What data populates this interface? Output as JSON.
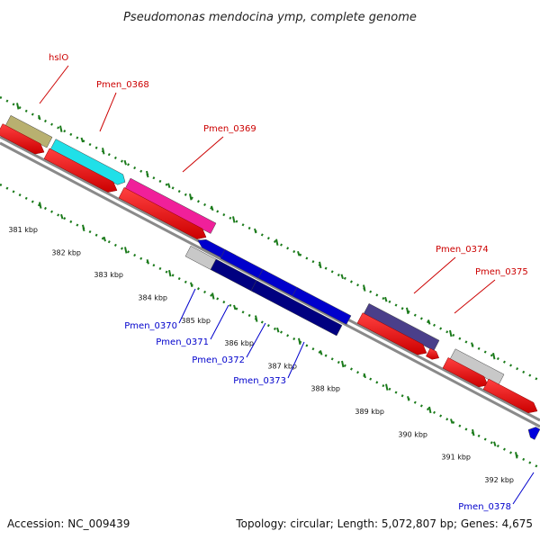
{
  "title": "Pseudomonas mendocina ymp, complete genome",
  "footer": {
    "accession": "Accession: NC_009439",
    "topology": "Topology: circular; Length: 5,072,807 bp; Genes: 4,675"
  },
  "colors": {
    "forward_label": "#cc0000",
    "reverse_label": "#0000cc",
    "backbone": "#8a8a8a",
    "tick": "#1a7a1a"
  },
  "ticks": [
    "381 kbp",
    "382 kbp",
    "383 kbp",
    "384 kbp",
    "385 kbp",
    "386 kbp",
    "387 kbp",
    "388 kbp",
    "389 kbp",
    "390 kbp",
    "391 kbp",
    "392 kbp"
  ],
  "genes": [
    {
      "label": "hslO",
      "strand": "forward",
      "color": "#b8b070"
    },
    {
      "label": "Pmen_0368",
      "strand": "forward",
      "color": "#20e0e8"
    },
    {
      "label": "Pmen_0369",
      "strand": "forward",
      "color": "#f0209a"
    },
    {
      "label": "Pmen_0374",
      "strand": "forward",
      "color": "#4a3f8a"
    },
    {
      "label": "Pmen_0375",
      "strand": "forward",
      "color": "#c8c8c8"
    },
    {
      "label": "Pmen_0370",
      "strand": "reverse",
      "color": "#c8c8c8"
    },
    {
      "label": "Pmen_0371",
      "strand": "reverse",
      "color": "#0000cc"
    },
    {
      "label": "Pmen_0372",
      "strand": "reverse",
      "color": "#000080"
    },
    {
      "label": "Pmen_0373",
      "strand": "reverse",
      "color": "#0000dd"
    },
    {
      "label": "Pmen_0378",
      "strand": "reverse",
      "color": "#0000ee"
    }
  ]
}
